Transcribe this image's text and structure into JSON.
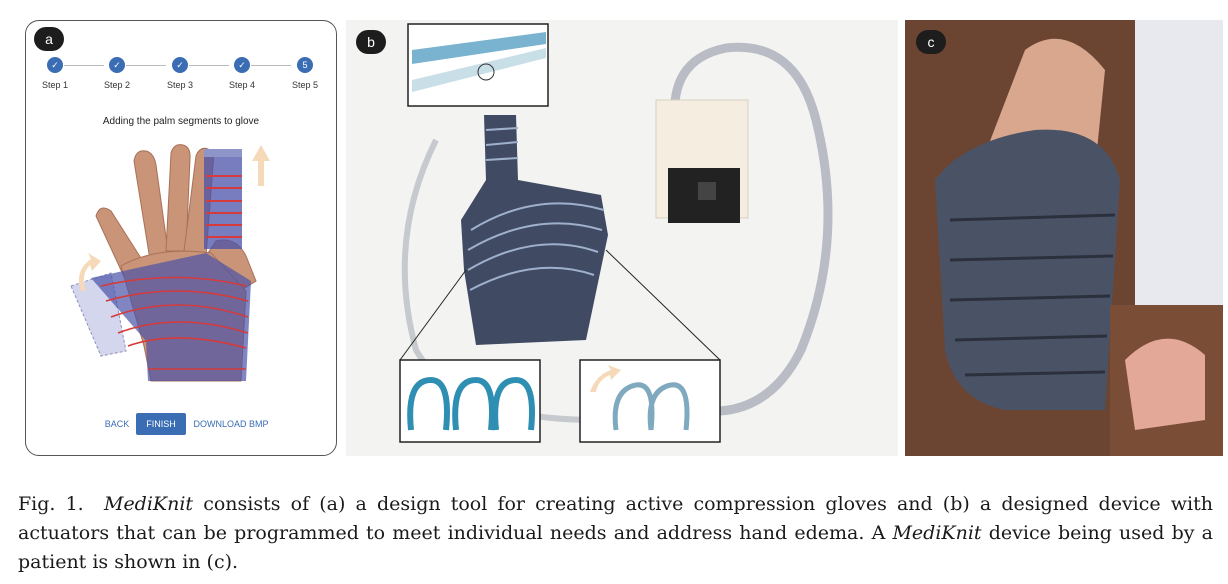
{
  "panel_a": {
    "letter": "a",
    "steps": [
      {
        "label": "Step 1",
        "state": "done"
      },
      {
        "label": "Step 2",
        "state": "done"
      },
      {
        "label": "Step 3",
        "state": "done"
      },
      {
        "label": "Step 4",
        "state": "done"
      },
      {
        "label": "Step 5",
        "state": "current",
        "number": "5"
      }
    ],
    "heading": "Adding the palm segments to glove",
    "buttons": {
      "back": "BACK",
      "finish": "FINISH",
      "download": "DOWNLOAD BMP"
    },
    "colors": {
      "accent": "#3a6db3",
      "overlay": "#4a52a8",
      "stripe": "#d63a3a",
      "arrow": "#f5d9b8"
    }
  },
  "panel_b": {
    "letter": "b"
  },
  "panel_c": {
    "letter": "c"
  },
  "caption": {
    "prefix": "Fig. 1.",
    "name": "MediKnit",
    "part1": "consists of (a) a design tool for creating active compression gloves and (b) a designed device with actuators that can be programmed to meet individual needs and address hand edema. A",
    "part2": "device being used by a patient is shown in (c)."
  }
}
